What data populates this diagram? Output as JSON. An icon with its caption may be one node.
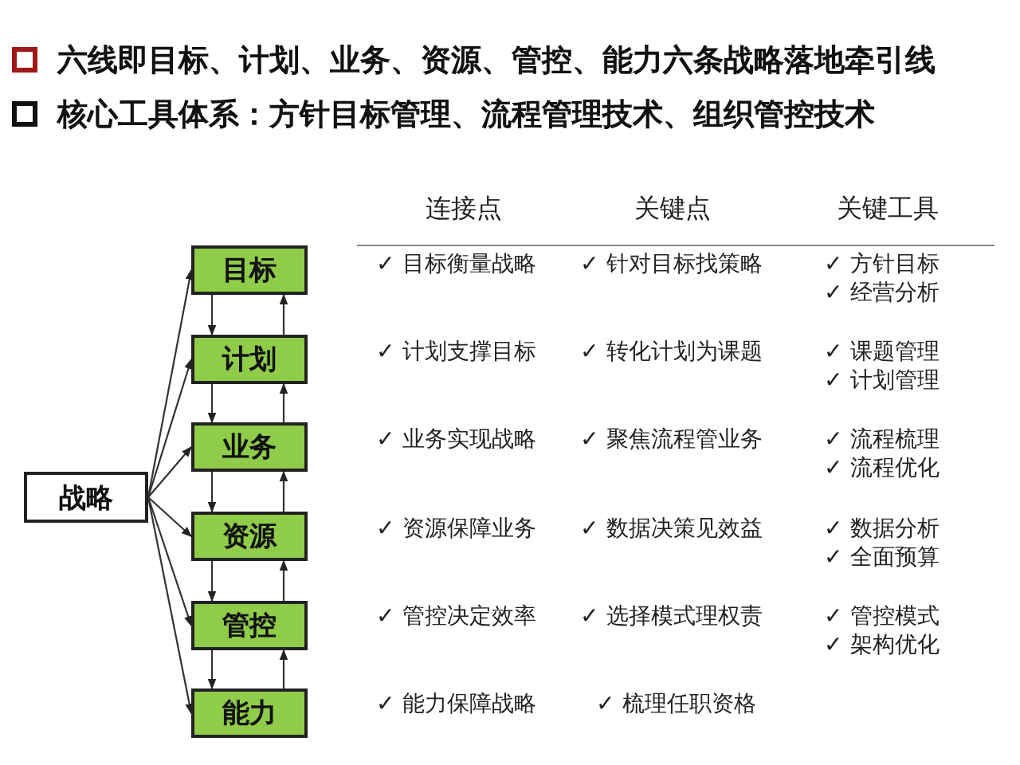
{
  "diagram": {
    "nodes": [
      {
        "text": [
          "战略"
        ]
      },
      {
        "text": [
          "目标"
        ]
      },
      {
        "text": [
          "计划"
        ]
      },
      {
        "text": [
          "业务"
        ]
      },
      {
        "text": [
          "资源"
        ]
      },
      {
        "text": [
          "管控"
        ]
      },
      {
        "text": [
          "能力"
        ]
      }
    ],
    "edges": [
      {
        "from": 0,
        "to": 1,
        "arrow": "to"
      },
      {
        "from": 0,
        "to": 2,
        "arrow": "to"
      },
      {
        "from": 0,
        "to": 3,
        "arrow": "to"
      },
      {
        "from": 0,
        "to": 4,
        "arrow": "to"
      },
      {
        "from": 0,
        "to": 5,
        "arrow": "to"
      },
      {
        "from": 0,
        "to": 6,
        "arrow": "to"
      },
      {
        "from": 1,
        "to": 2,
        "arrow": "to"
      },
      {
        "from": 2,
        "to": 3,
        "arrow": "to"
      },
      {
        "from": 3,
        "to": 4,
        "arrow": "to"
      },
      {
        "from": 4,
        "to": 5,
        "arrow": "to"
      },
      {
        "from": 5,
        "to": 6,
        "arrow": "to"
      },
      {
        "from": 2,
        "to": 1,
        "arrow": "to"
      },
      {
        "from": 3,
        "to": 2,
        "arrow": "to"
      },
      {
        "from": 4,
        "to": 3,
        "arrow": "to"
      },
      {
        "from": 5,
        "to": 4,
        "arrow": "to"
      },
      {
        "from": 6,
        "to": 5,
        "arrow": "to"
      }
    ],
    "labels": [
      "**六线**即目标、计划、业务、资源、管控、能力六条**战略落地牵引线**",
      "核心工具体系：**方针目标管理、流程管理技术、组织管控技术**",
      "连接点",
      "关键点",
      "关键工具",
      "✓ 目标衡量战略",
      "✓ 针对目标找策略",
      "✓ 方针目标",
      "✓ 经营分析",
      "✓ 计划支撑目标",
      "✓ 转化计划为课题",
      "✓ 课题管理",
      "✓ 计划管理",
      "✓ 业务实现战略",
      "✓ 聚焦流程管业务",
      "✓ 流程梳理",
      "✓ 流程优化",
      "✓ 资源保障业务",
      "✓ 数据决策见效益",
      "✓ 数据分析",
      "✓ 全面预算",
      "✓ 管控决定效率",
      "✓ 选择模式理权责",
      "✓ 管控模式",
      "✓ 架构优化",
      "✓ 能力保障战略",
      "✓ 梳理任职资格"
    ]
  }
}
